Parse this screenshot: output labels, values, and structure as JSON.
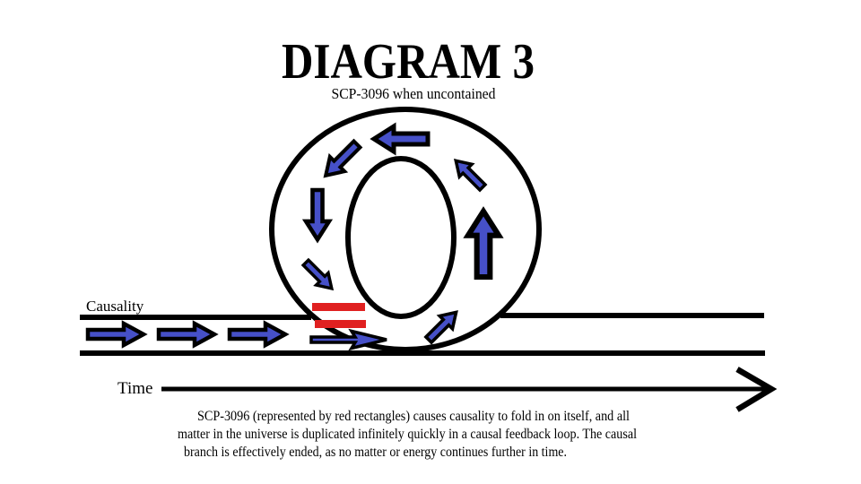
{
  "title": "DIAGRAM 3",
  "subtitle": "SCP-3096 when uncontained",
  "labels": {
    "causality": "Causality",
    "time": "Time"
  },
  "caption": {
    "line1": "SCP-3096 (represented by red rectangles) causes causality to fold in on itself, and all",
    "line2": "matter in the universe is duplicated infinitely quickly in a causal feedback loop. The causal",
    "line3": "branch is effectively ended, as no matter or energy continues further in time."
  },
  "colors": {
    "arrow_blue": "#4650c8",
    "scp_red": "#e02020",
    "ink": "#000000",
    "background": "#ffffff"
  },
  "diagram": {
    "loop_flow": "counterclockwise",
    "loop_arrow_directions": [
      "left",
      "down-left",
      "down",
      "down-right",
      "up-right",
      "up",
      "up-left"
    ],
    "track_arrow_direction": "right",
    "track_arrow_count": 3,
    "red_rectangle_count": 2
  }
}
